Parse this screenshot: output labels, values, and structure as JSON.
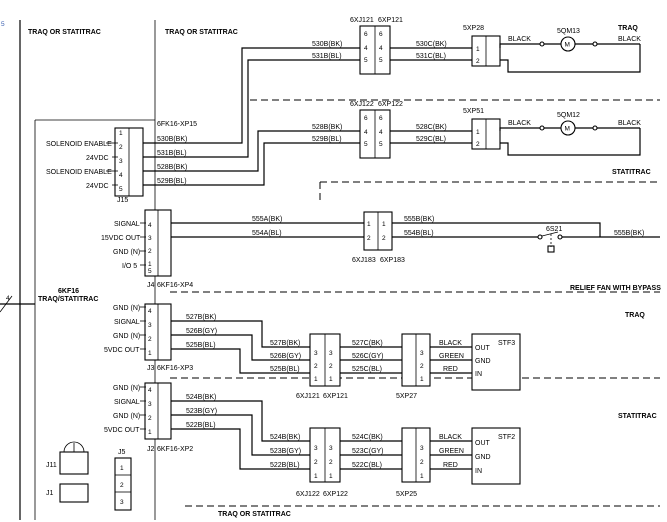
{
  "corner_mark": "5",
  "headers": {
    "left": "TRAQ OR STATITRAC",
    "center": "TRAQ OR STATITRAC",
    "bottom": "TRAQ OR STATITRAC"
  },
  "section_labels": {
    "traq_top": "TRAQ",
    "statitrac_top": "STATITRAC",
    "relief_fan": "RELIEF FAN WITH BYPASS",
    "traq_mid": "TRAQ",
    "statitrac_mid": "STATITRAC"
  },
  "module": {
    "name": "6KF16",
    "subtitle": "TRAQ/STATITRAC",
    "wire_count": "4"
  },
  "j15": {
    "label": "J15",
    "plug": "6FK16-XP15",
    "pins": [
      "1",
      "2",
      "3",
      "4",
      "5"
    ],
    "signals": [
      "SOLENOID ENABLE",
      "24VDC",
      "SOLENOID ENABLE",
      "24VDC"
    ],
    "wires": [
      "530B(BK)",
      "531B(BL)",
      "528B(BK)",
      "529B(BL)"
    ]
  },
  "j4": {
    "label": "J4",
    "plug": "6KF16-XP4",
    "pins": [
      "4",
      "3",
      "2",
      "1",
      "5"
    ],
    "signals": [
      "SIGNAL",
      "15VDC OUT",
      "GND (N)",
      "I/O 5"
    ],
    "wires": [
      "555A(BK)",
      "554A(BL)"
    ]
  },
  "j3": {
    "label": "J3",
    "plug": "6KF16-XP3",
    "pins": [
      "4",
      "3",
      "2",
      "1"
    ],
    "signals": [
      "GND (N)",
      "SIGNAL",
      "GND (N)",
      "5VDC OUT"
    ],
    "wires": [
      "527B(BK)",
      "526B(GY)",
      "525B(BL)"
    ]
  },
  "j2": {
    "label": "J2",
    "plug": "6KF16-XP2",
    "pins": [
      "4",
      "3",
      "2",
      "1"
    ],
    "signals": [
      "GND (N)",
      "SIGNAL",
      "GND (N)",
      "5VDC OUT"
    ],
    "wires": [
      "524B(BK)",
      "523B(GY)",
      "522B(BL)"
    ]
  },
  "xj121_top": {
    "label": "6XJ121",
    "plug": "6XP121",
    "pins_left": [
      "6",
      "4",
      "5"
    ],
    "pins_right": [
      "6",
      "4",
      "5"
    ],
    "wires_in": [
      "530B(BK)",
      "531B(BL)"
    ],
    "wires_out": [
      "530C(BK)",
      "531C(BL)"
    ]
  },
  "xj122_top": {
    "label": "6XJ122",
    "plug": "6XP122",
    "pins_left": [
      "6",
      "4",
      "5"
    ],
    "pins_right": [
      "6",
      "4",
      "5"
    ],
    "wires_in": [
      "528B(BK)",
      "529B(BL)"
    ],
    "wires_out": [
      "528C(BK)",
      "529C(BL)"
    ]
  },
  "xp28": {
    "label": "5XP28",
    "pins": [
      "1",
      "2"
    ]
  },
  "xp51": {
    "label": "5XP51",
    "pins": [
      "1",
      "2"
    ]
  },
  "motor_13": {
    "label": "5QM13",
    "symbol": "M",
    "wire_left": "BLACK",
    "wire_right": "BLACK"
  },
  "motor_12": {
    "label": "5QM12",
    "symbol": "M",
    "wire_left": "BLACK",
    "wire_right": "BLACK"
  },
  "xj183": {
    "label": "6XJ183",
    "plug": "6XP183",
    "pins_left": [
      "1",
      "2"
    ],
    "pins_right": [
      "1",
      "2"
    ],
    "wires_out": [
      "555B(BK)",
      "554B(BL)"
    ]
  },
  "switch_6s21": {
    "label": "6S21",
    "wire": "555B(BK)"
  },
  "xj121_mid": {
    "label": "6XJ121",
    "plug": "6XP121",
    "pins": [
      "3",
      "2",
      "1"
    ],
    "wires_out": [
      "527C(BK)",
      "526C(GY)",
      "525C(BL)"
    ]
  },
  "xj122_mid": {
    "label": "6XJ122",
    "plug": "6XP122",
    "pins": [
      "3",
      "2",
      "1"
    ],
    "wires_out": [
      "524C(BK)",
      "523C(GY)",
      "522C(BL)"
    ]
  },
  "xp27": {
    "label": "5XP27",
    "pins": [
      "3",
      "2",
      "1"
    ]
  },
  "xp25": {
    "label": "5XP25",
    "pins": [
      "3",
      "2",
      "1"
    ]
  },
  "stf3": {
    "label": "STF3",
    "terminals": [
      "OUT",
      "GND",
      "IN"
    ],
    "wires": [
      "BLACK",
      "GREEN",
      "RED"
    ]
  },
  "stf2": {
    "label": "STF2",
    "terminals": [
      "OUT",
      "GND",
      "IN"
    ],
    "wires": [
      "BLACK",
      "GREEN",
      "RED"
    ]
  },
  "j11": {
    "label": "J11"
  },
  "j1": {
    "label": "J1"
  },
  "j5": {
    "label": "J5",
    "pins": [
      "1",
      "2",
      "3"
    ]
  }
}
